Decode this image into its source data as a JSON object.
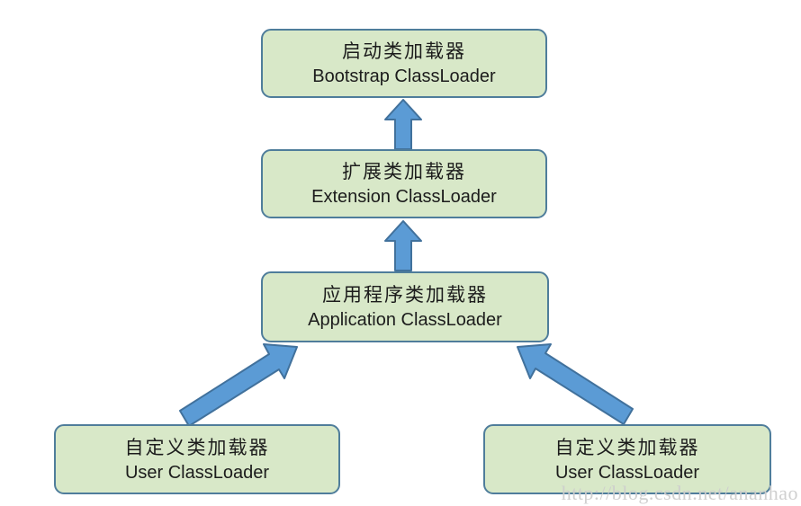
{
  "diagram": {
    "type": "hierarchy-flowchart",
    "topic": "Java ClassLoader delegation hierarchy",
    "nodes": [
      {
        "id": "bootstrap",
        "zh": "启动类加载器",
        "en": "Bootstrap ClassLoader"
      },
      {
        "id": "extension",
        "zh": "扩展类加载器",
        "en": "Extension ClassLoader"
      },
      {
        "id": "application",
        "zh": "应用程序类加载器",
        "en": "Application ClassLoader"
      },
      {
        "id": "user-left",
        "zh": "自定义类加载器",
        "en": "User ClassLoader"
      },
      {
        "id": "user-right",
        "zh": "自定义类加载器",
        "en": "User ClassLoader"
      }
    ],
    "edges": [
      {
        "from": "extension",
        "to": "bootstrap",
        "style": "block-arrow-up"
      },
      {
        "from": "application",
        "to": "extension",
        "style": "block-arrow-up"
      },
      {
        "from": "user-left",
        "to": "application",
        "style": "block-arrow-diagonal"
      },
      {
        "from": "user-right",
        "to": "application",
        "style": "block-arrow-diagonal"
      }
    ],
    "colors": {
      "node_fill": "#d8e8c8",
      "node_border": "#4f7d9b",
      "arrow_fill": "#5b9bd5",
      "arrow_border": "#41719c",
      "text": "#1c1c1c",
      "watermark": "#cdcdcd",
      "background": "#ffffff"
    },
    "watermark": "http://blog.csdn.net/ananhao"
  }
}
